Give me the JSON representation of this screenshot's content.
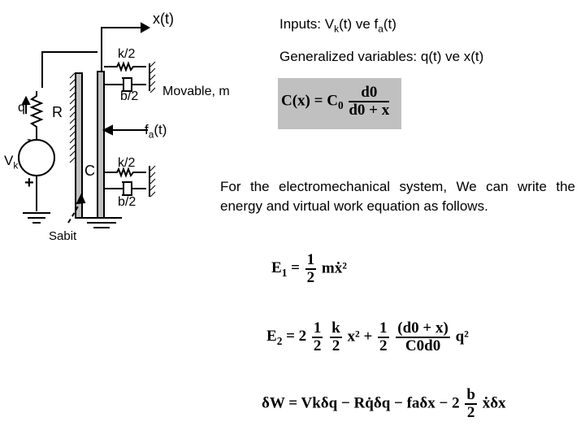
{
  "labels": {
    "x_t": "x(t)",
    "k2_top": "k/2",
    "b2_top": "b/2",
    "movable": "Movable, m",
    "q": "q",
    "R": "R",
    "minus": "-",
    "Vk": "Vk",
    "plus": "+",
    "C": "C",
    "fa_t": "fa(t)",
    "k2_bottom": "k/2",
    "b2_bottom": "b/2",
    "sabit": "Sabit"
  },
  "inputs": {
    "prefix": "Inputs: V",
    "sub1": "k",
    "mid": "(t) ve f",
    "sub2": "a",
    "suffix": "(t)"
  },
  "generalized": "Generalized variables: q(t) ve x(t)",
  "capacitance": {
    "lhs": "C(x) = C",
    "lhs_sub": "0",
    "num": "d0",
    "den": "d0 + x"
  },
  "paragraph": "For the electromechanical system, We can write the energy and virtual work equation as follows.",
  "eq1": {
    "lhs": "E1 =",
    "num": "1",
    "den": "2",
    "rhs": "mẋ²"
  },
  "eq2": {
    "lhs": "E2 = 2",
    "f1_num": "1",
    "f1_den": "2",
    "f2_num": "k",
    "f2_den": "2",
    "t1": "x² +",
    "f3_num": "1",
    "f3_den": "2",
    "f4_num": "(d0 + x)",
    "f4_den": "C0d0",
    "t2": "q²"
  },
  "eq3": {
    "text1": "δW = Vkδq − Rq̇δq − faδx − 2",
    "f_num": "b",
    "f_den": "2",
    "text2": "ẋδx"
  }
}
